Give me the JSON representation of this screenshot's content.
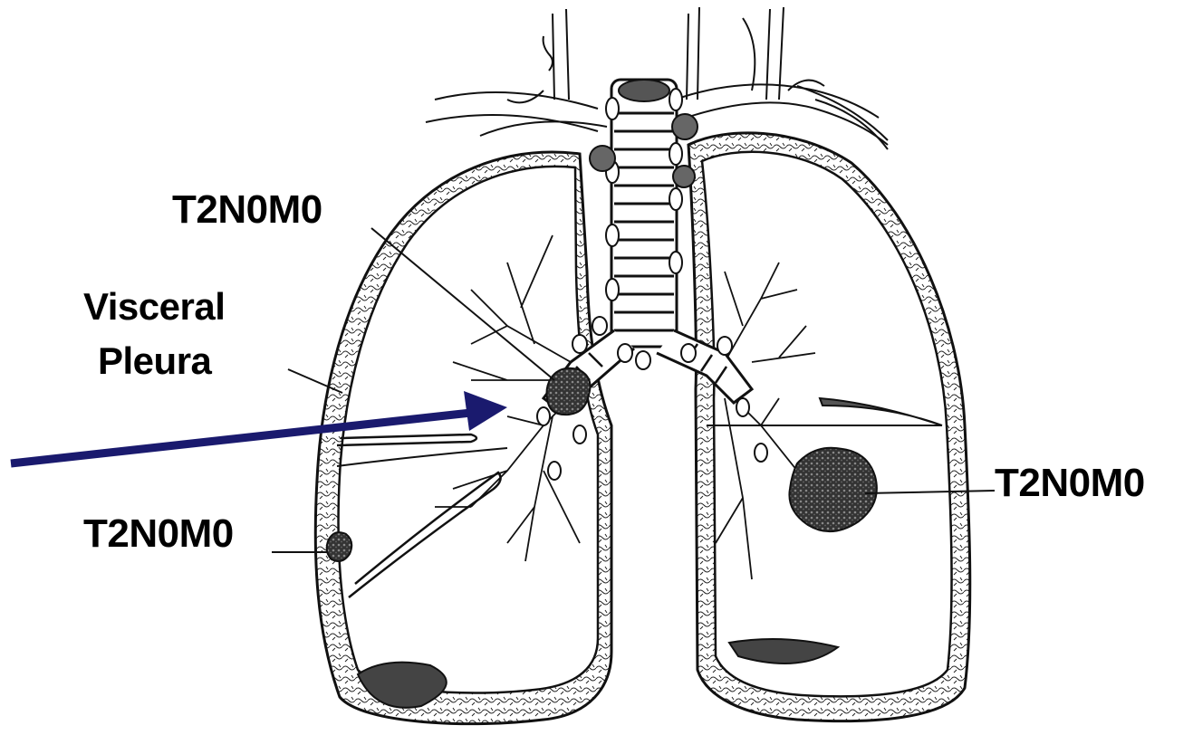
{
  "labels": {
    "tumor_top": "T2N0M0",
    "tumor_right": "T2N0M0",
    "tumor_left": "T2N0M0",
    "visceral": "Visceral",
    "pleura": "Pleura"
  },
  "colors": {
    "arrow": "#1a1a6e",
    "ink": "#111111",
    "background": "#ffffff"
  }
}
